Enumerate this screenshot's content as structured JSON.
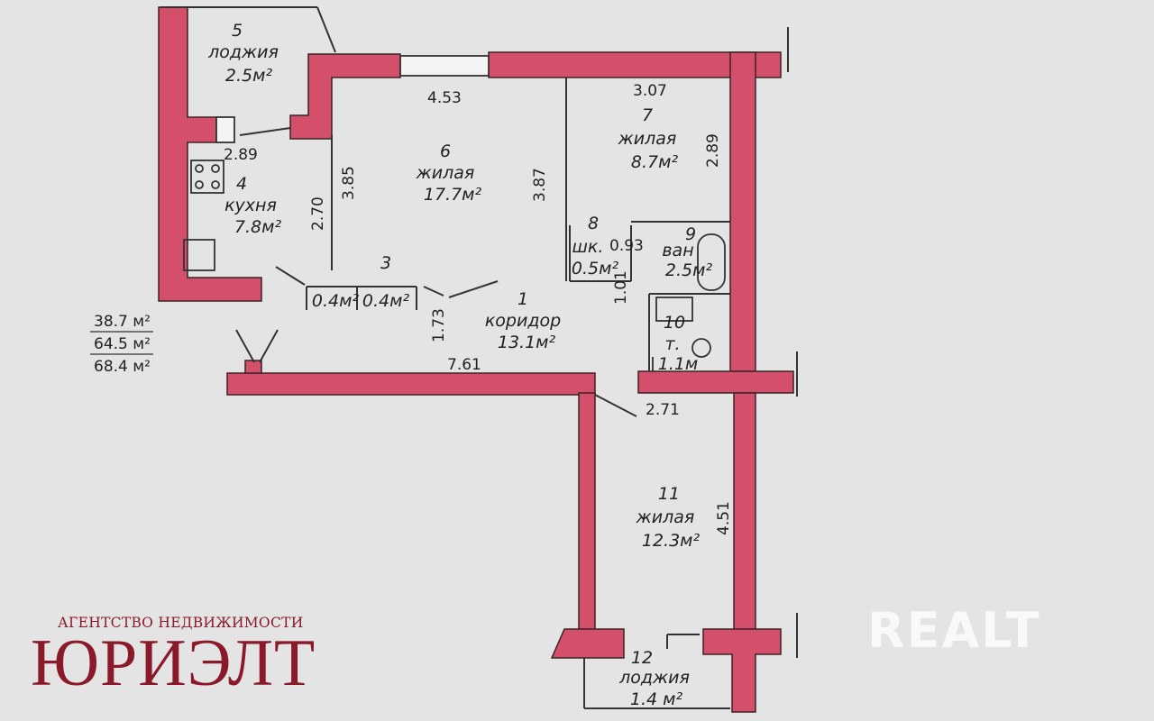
{
  "colors": {
    "wall": "#d4506a",
    "wall_stroke": "#3a2328",
    "ink": "#222222",
    "agency": "#8a1a2a",
    "background": "#e4e4e4"
  },
  "rooms": [
    {
      "id": "r1",
      "num": "1",
      "name": "коридор",
      "area": "13.1м²"
    },
    {
      "id": "r3",
      "num": "3",
      "name": "",
      "area": ""
    },
    {
      "id": "r3a",
      "num": "",
      "name": "",
      "area": "0.4м²"
    },
    {
      "id": "r3b",
      "num": "",
      "name": "",
      "area": "0.4м²"
    },
    {
      "id": "r4",
      "num": "4",
      "name": "кухня",
      "area": "7.8м²"
    },
    {
      "id": "r5",
      "num": "5",
      "name": "лоджия",
      "area": "2.5м²"
    },
    {
      "id": "r6",
      "num": "6",
      "name": "жилая",
      "area": "17.7м²"
    },
    {
      "id": "r7",
      "num": "7",
      "name": "жилая",
      "area": "8.7м²"
    },
    {
      "id": "r8",
      "num": "8",
      "name": "шк.",
      "area": "0.5м²"
    },
    {
      "id": "r9",
      "num": "9",
      "name": "ван",
      "area": "2.5м²"
    },
    {
      "id": "r10",
      "num": "10",
      "name": "т.",
      "area": "1.1м"
    },
    {
      "id": "r11",
      "num": "11",
      "name": "жилая",
      "area": "12.3м²"
    },
    {
      "id": "r12",
      "num": "12",
      "name": "лоджия",
      "area": "1.4 м²"
    }
  ],
  "dimensions": [
    "4.53",
    "3.07",
    "2.89",
    "2.89",
    "3.85",
    "3.87",
    "2.70",
    "0.93",
    "1.01",
    "1.73",
    "7.61",
    "2.71",
    "4.51"
  ],
  "totals": [
    "38.7 м²",
    "64.5 м²",
    "68.4 м²"
  ],
  "agency": {
    "subtitle": "АГЕНТСТВО НЕДВИЖИМОСТИ",
    "name": "ЮРИЭЛТ"
  },
  "watermark": "REALT"
}
